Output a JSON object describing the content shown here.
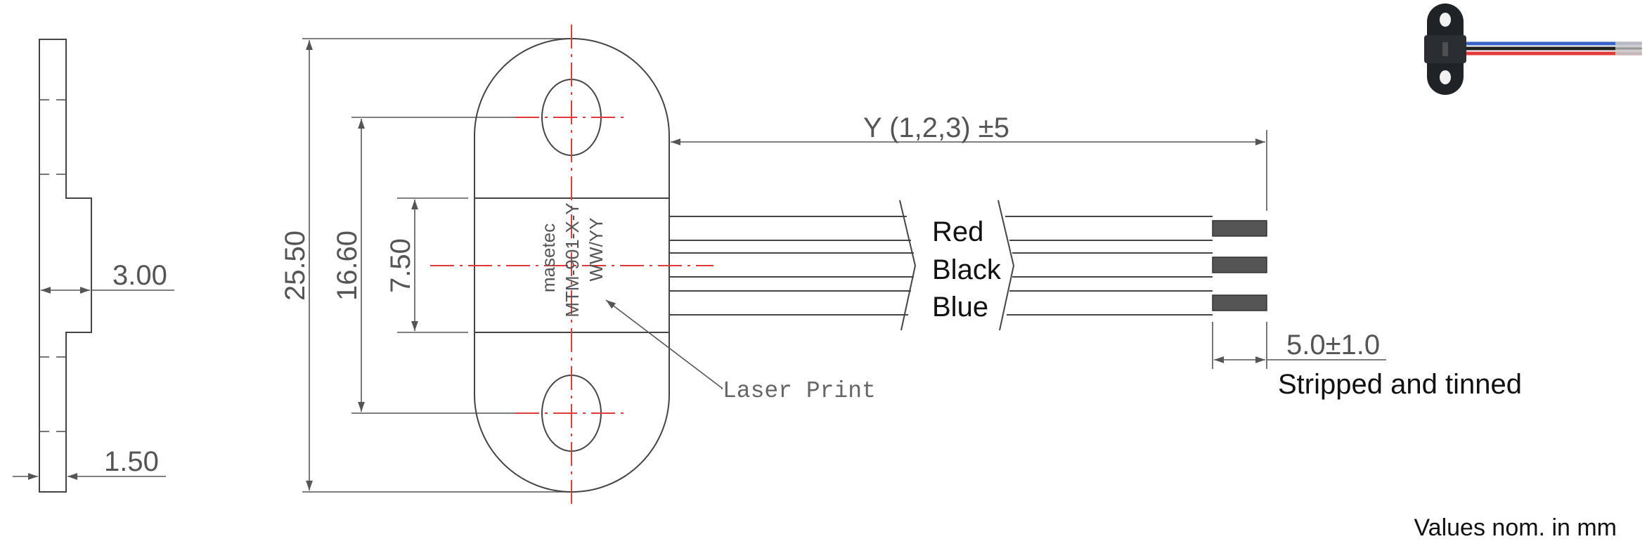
{
  "dimensions": {
    "thickness_total": "3.00",
    "thickness_base": "1.50",
    "overall_height": "25.50",
    "hole_spacing": "16.60",
    "body_height": "7.50",
    "cable_length": "Y (1,2,3) ±5",
    "strip_length": "5.0±1.0"
  },
  "wires": {
    "red": "Red",
    "black": "Black",
    "blue": "Blue",
    "termination": "Stripped and tinned"
  },
  "marking": {
    "line1": "masetec",
    "line2": "MTM-901-X-Y",
    "line3": "WW/YY",
    "callout": "Laser Print"
  },
  "units_note": "Values nom. in mm",
  "colors": {
    "line": "#444444",
    "centerline": "#e03a3a",
    "wire_red": "#e23b3b",
    "wire_black": "#222222",
    "wire_blue": "#3a64c8",
    "tinned": "#555555",
    "photo_body": "#1f2226"
  }
}
